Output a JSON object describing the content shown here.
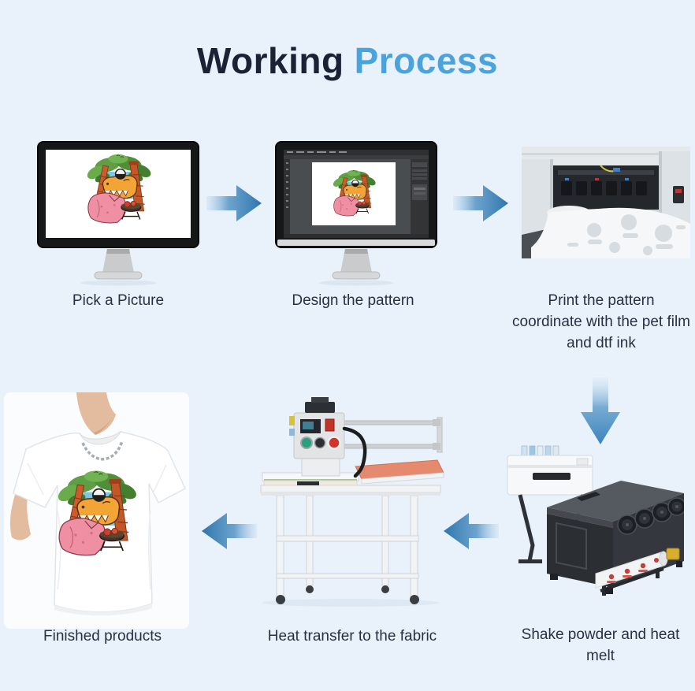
{
  "page": {
    "background_color": "#e9f1fa"
  },
  "title": {
    "part1": "Working",
    "part2": "Process",
    "part1_color": "#1b2235",
    "part2_color": "#4aa3dd"
  },
  "steps": [
    {
      "name": "pick-a-picture",
      "label": "Pick a Picture",
      "graphic": "monitor-with-picture"
    },
    {
      "name": "design-the-pattern",
      "label": "Design the pattern",
      "graphic": "monitor-with-photoshop"
    },
    {
      "name": "print-the-pattern",
      "label": "Print the pattern coordinate with the pet film and dtf ink",
      "graphic": "dtf-printer-photo"
    },
    {
      "name": "shake-powder",
      "label": "Shake powder and heat melt",
      "graphic": "powder-shaker-machine"
    },
    {
      "name": "heat-transfer",
      "label": "Heat transfer to the fabric",
      "graphic": "heat-press-machine"
    },
    {
      "name": "finished-products",
      "label": "Finished products",
      "graphic": "tshirt-with-print"
    }
  ],
  "flow": {
    "arrow_color": "#2e76ab",
    "arrows": [
      {
        "name": "arrow-right-1",
        "direction": "right"
      },
      {
        "name": "arrow-right-2",
        "direction": "right"
      },
      {
        "name": "arrow-down-1",
        "direction": "down"
      },
      {
        "name": "arrow-left-1",
        "direction": "left"
      },
      {
        "name": "arrow-left-2",
        "direction": "left"
      }
    ]
  }
}
